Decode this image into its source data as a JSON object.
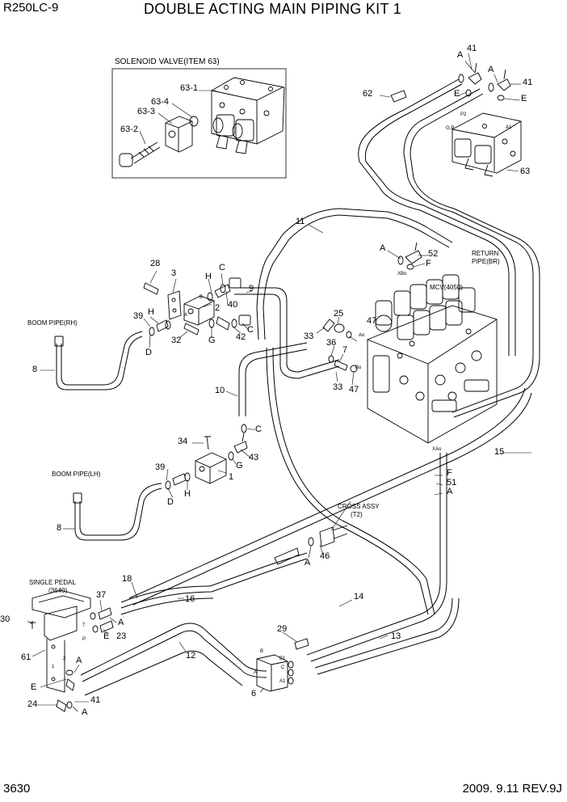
{
  "header": {
    "model": "R250LC-9",
    "title": "DOUBLE ACTING MAIN PIPING KIT 1"
  },
  "footer": {
    "page_number": "3630",
    "revision": "2009. 9.11  REV.9J"
  },
  "captions": {
    "solenoid": "SOLENOID VALVE(ITEM 63)",
    "return_1": "RETURN",
    "return_2": "PIPE(BR)",
    "mcv": "MCV(4050)",
    "boom_rh": "BOOM PIPE(RH)",
    "boom_lh": "BOOM PIPE(LH)",
    "cross_1": "CROSS ASSY",
    "cross_2": "(T2)",
    "pedal_1": "SINGLE PEDAL",
    "pedal_2": "(3640)"
  },
  "port_labels": {
    "p2": "P2",
    "gp": "G.P",
    "a1": "A1",
    "xbo": "XBo",
    "xao": "XAo",
    "ao": "Ao",
    "bo": "Bo",
    "blk_b": "B",
    "blk_a": "A",
    "man_b": "B",
    "man_b1": "B1",
    "man_c": "C",
    "man_a": "A",
    "man_a1": "A1",
    "ped_t": "T",
    "ped_p": "P",
    "ped_1": "1",
    "ped_2": "2"
  },
  "callouts": {
    "c63_1": "63-1",
    "c63_4": "63-4",
    "c63_3": "63-3",
    "c63_2": "63-2",
    "c62": "62",
    "cA_top1": "A",
    "c41_top1": "41",
    "cE_top1": "E",
    "cA_top2": "A",
    "c41_top2": "41",
    "cE_top2": "E",
    "c63": "63",
    "c11": "11",
    "c28": "28",
    "c3": "3",
    "c2": "2",
    "cB_small": "B",
    "cH1": "H",
    "cC1": "C",
    "c40": "40",
    "c9": "9",
    "cA_52": "A",
    "c52": "52",
    "cF1": "F",
    "c39a": "39",
    "cH2": "H",
    "cD1": "D",
    "c32": "32",
    "cG1": "G",
    "c42": "42",
    "cC2": "C",
    "c25": "25",
    "c47a": "47",
    "c33a": "33",
    "c36": "36",
    "c7": "7",
    "c33b": "33",
    "c47b": "47",
    "c8a": "8",
    "c10": "10",
    "cC3": "C",
    "c34": "34",
    "cG2": "G",
    "c43": "43",
    "c39b": "39",
    "cD2": "D",
    "cH3": "H",
    "c1": "1",
    "c15": "15",
    "cF2": "F",
    "c51": "51",
    "cA51": "A",
    "c8b": "8",
    "cA46": "A",
    "c46": "46",
    "c18": "18",
    "c16": "16",
    "c14": "14",
    "c37": "37",
    "cA37": "A",
    "cE23": "E",
    "c23": "23",
    "c30": "30",
    "c61": "61",
    "c29": "29",
    "c12": "12",
    "c13": "13",
    "c6": "6",
    "cE_b": "E",
    "cA_b1": "A",
    "c24": "24",
    "c41_b": "41",
    "cA_b2": "A"
  }
}
